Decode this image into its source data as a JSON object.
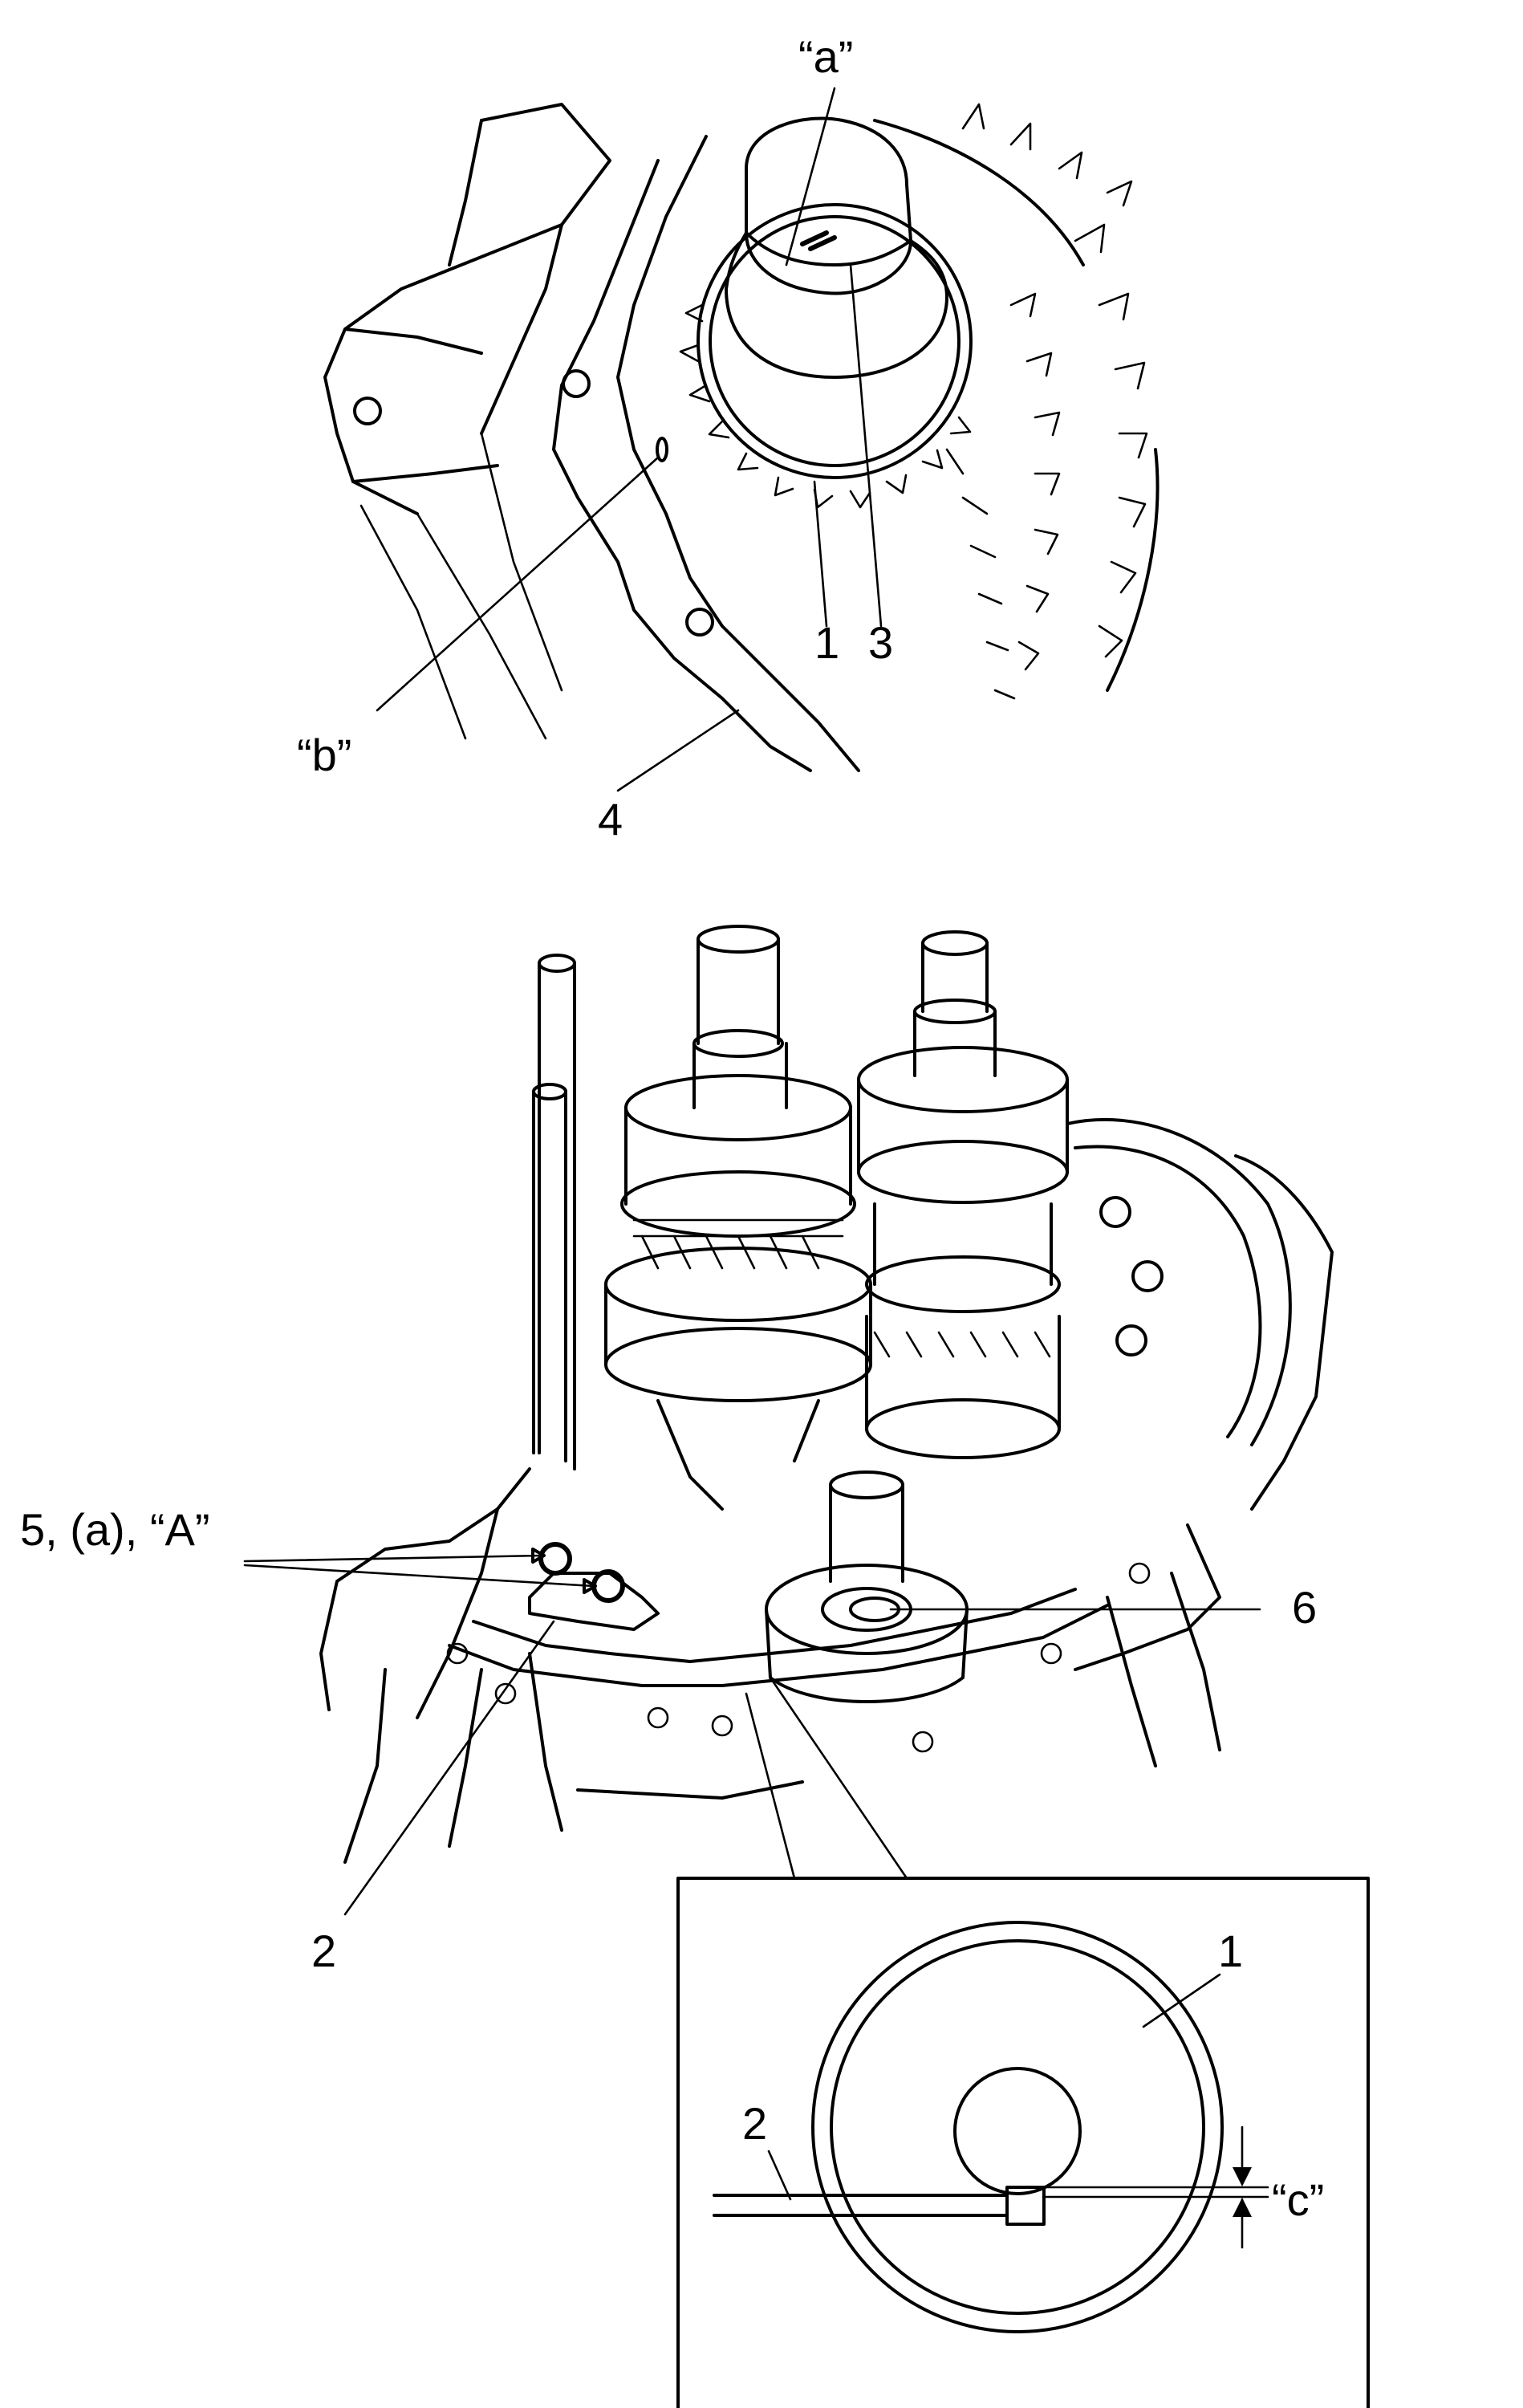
{
  "top_view": {
    "callouts": {
      "a": "“a”",
      "b": "“b”",
      "n1": "1",
      "n3": "3",
      "n4": "4"
    }
  },
  "middle_view": {
    "callouts": {
      "bolts": "5, (a), “A”",
      "n6": "6",
      "n2": "2"
    }
  },
  "detail_view": {
    "callouts": {
      "n1": "1",
      "n2": "2",
      "c": "“c”"
    }
  }
}
